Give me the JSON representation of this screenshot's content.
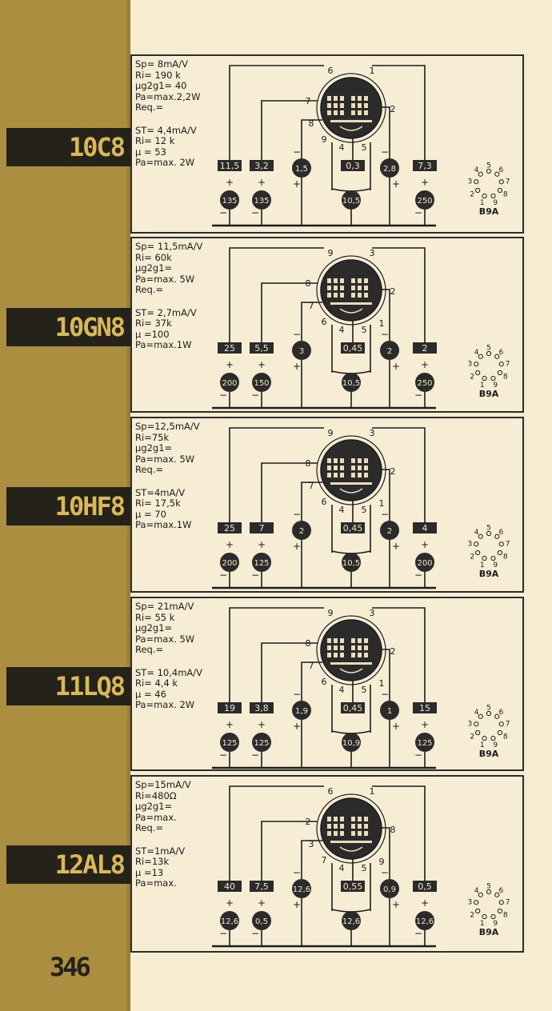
{
  "page_number": "346",
  "pin_base_label": "B9A",
  "pin_numbers": [
    "1",
    "2",
    "3",
    "4",
    "5",
    "6",
    "7",
    "8",
    "9"
  ],
  "tubes": [
    {
      "name": "10C8",
      "specs_a": [
        "Sp= 8mA/V",
        "Ri= 190 k",
        "μg2g1= 40",
        "Pa=max.2,2W",
        "Req.="
      ],
      "specs_b": [
        "ST= 4,4mA/V",
        "Ri= 12 k",
        "μ = 53",
        "Pa=max. 2W"
      ],
      "pins": [
        "6",
        "1",
        "7",
        "2",
        "8",
        "9",
        "4",
        "5"
      ],
      "box_values": [
        "11,5",
        "3,2",
        "0,3",
        "7,3"
      ],
      "circle_top_values": [
        "1,5",
        "2,8"
      ],
      "circle_bottom_values": [
        "135",
        "135",
        "10,5",
        "250"
      ]
    },
    {
      "name": "10GN8",
      "specs_a": [
        "Sp= 11,5mA/V",
        "Ri= 60k",
        "μg2g1=",
        "Pa=max. 5W",
        "Req.="
      ],
      "specs_b": [
        "ST= 2,7mA/V",
        "Ri= 37k",
        "μ =100",
        "Pa=max.1W"
      ],
      "pins": [
        "9",
        "3",
        "8",
        "2",
        "7",
        "6",
        "4",
        "5",
        "1"
      ],
      "box_values": [
        "25",
        "5,5",
        "0,45",
        "2"
      ],
      "circle_top_values": [
        "3",
        "2"
      ],
      "circle_bottom_values": [
        "200",
        "150",
        "10,5",
        "250"
      ]
    },
    {
      "name": "10HF8",
      "specs_a": [
        "Sp=12,5mA/V",
        "Ri=75k",
        "μg2g1=",
        "Pa=max. 5W",
        "Req.="
      ],
      "specs_b": [
        "ST=4mA/V",
        "Ri= 17,5k",
        "μ = 70",
        "Pa=max.1W"
      ],
      "pins": [
        "9",
        "3",
        "8",
        "2",
        "7",
        "6",
        "4",
        "5",
        "1"
      ],
      "box_values": [
        "25",
        "7",
        "0,45",
        "4"
      ],
      "circle_top_values": [
        "2",
        "2"
      ],
      "circle_bottom_values": [
        "200",
        "125",
        "10,5",
        "200"
      ]
    },
    {
      "name": "11LQ8",
      "specs_a": [
        "Sp= 21mA/V",
        "Ri= 55 k",
        "μg2g1=",
        "Pa=max. 5W",
        "Req.="
      ],
      "specs_b": [
        "ST= 10,4mA/V",
        "Ri= 4,4 k",
        "μ = 46",
        "Pa=max. 2W"
      ],
      "pins": [
        "9",
        "3",
        "8",
        "2",
        "7",
        "6",
        "4",
        "5",
        "1"
      ],
      "box_values": [
        "19",
        "3,8",
        "0,45",
        "15"
      ],
      "circle_top_values": [
        "1,9",
        "1"
      ],
      "circle_bottom_values": [
        "125",
        "125",
        "10,9",
        "125"
      ]
    },
    {
      "name": "12AL8",
      "specs_a": [
        "Sp=15mA/V",
        "Ri=480Ω",
        "μg2g1=",
        "Pa=max.",
        "Req.="
      ],
      "specs_b": [
        "ST=1mA/V",
        "Ri=13k",
        "μ =13",
        "Pa=max."
      ],
      "pins": [
        "6",
        "1",
        "2",
        "8",
        "3",
        "7",
        "4",
        "5",
        "9"
      ],
      "box_values": [
        "40",
        "7,5",
        "0,55",
        "0,5"
      ],
      "circle_top_values": [
        "12,6",
        "0,9"
      ],
      "circle_bottom_values": [
        "12,6",
        "0,5",
        "12,6",
        "12,6"
      ]
    }
  ],
  "colors": {
    "stripe": "#ab8e3f",
    "label_bg": "#252219",
    "label_text": "#d9b85a",
    "paper": "#f6ecd2",
    "ink": "#1c1c1c"
  }
}
